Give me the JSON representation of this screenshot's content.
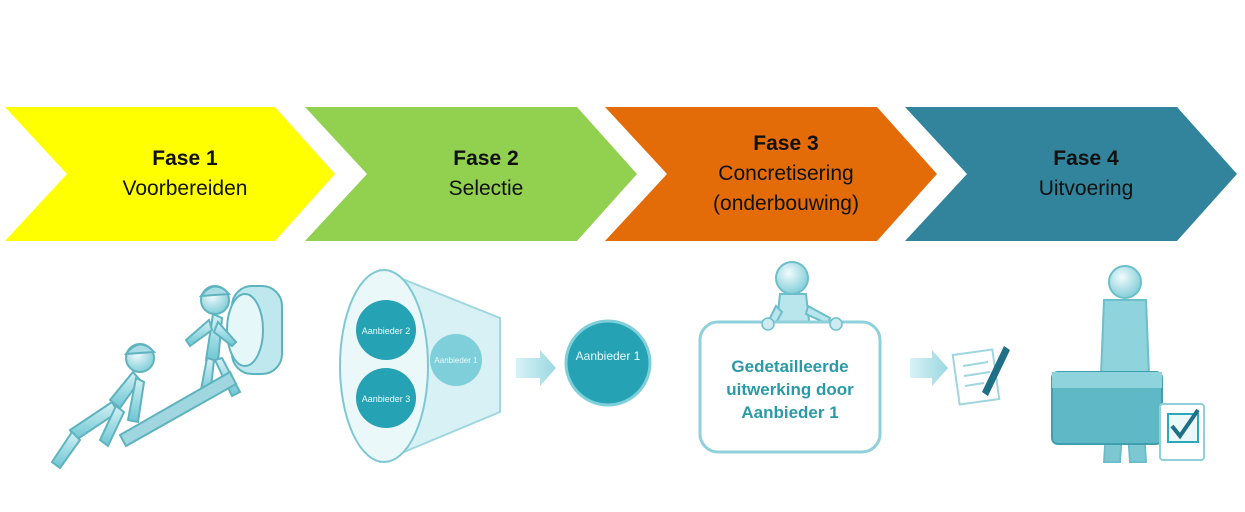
{
  "phases": [
    {
      "title": "Fase 1",
      "lines": [
        "Voorbereiden"
      ],
      "color": "#ffff00"
    },
    {
      "title": "Fase 2",
      "lines": [
        "Selectie"
      ],
      "color": "#92d050"
    },
    {
      "title": "Fase 3",
      "lines": [
        "Concretisering",
        "(onderbouwing)"
      ],
      "color": "#e36c09"
    },
    {
      "title": "Fase 4",
      "lines": [
        "Uitvoering"
      ],
      "color": "#31849b"
    }
  ],
  "illustration": {
    "funnel_items": [
      "Aanbieder 2",
      "Aanbieder 3",
      "Aanbieder 1"
    ],
    "selected": "Aanbieder 1",
    "sign_lines": [
      "Gedetailleerde",
      "uitwerking door",
      "Aanbieder 1"
    ],
    "accent": "#2ea8b8"
  }
}
